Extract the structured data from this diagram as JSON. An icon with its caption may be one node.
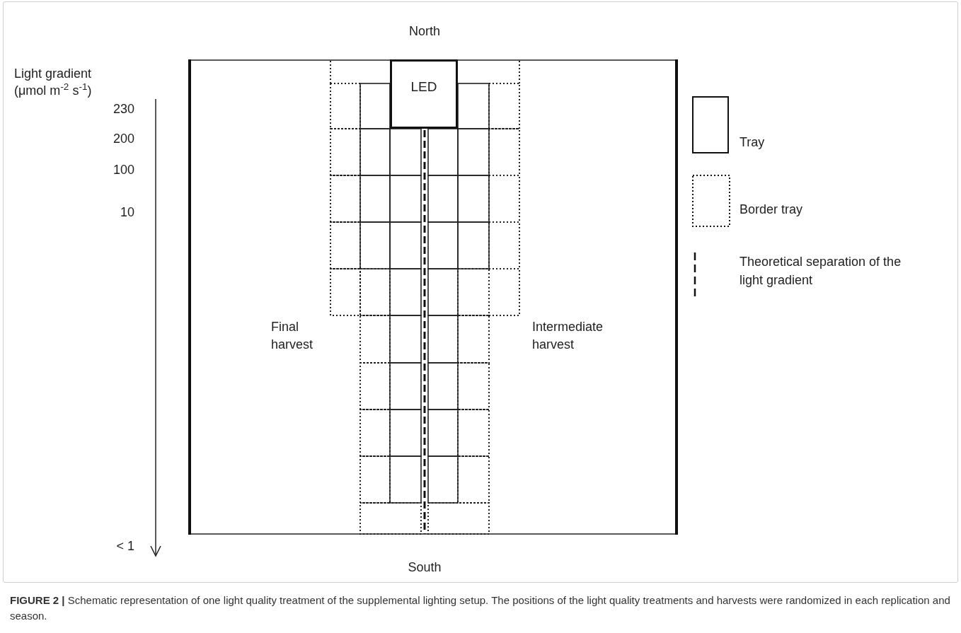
{
  "diagram": {
    "caption": "**FIGURE 2 |** Schematic representation of one light quality treatment of the supplemental lighting setup. The positions of the light quality treatments and harvests were randomized in each replication and season.",
    "nodes": [
      {
        "text": [
          "LED"
        ]
      }
    ],
    "labels": [
      "North",
      "Light gradient",
      "(μmol m$^{-2}$ s$^{-1}$)",
      "230",
      "200",
      "100",
      "10",
      "Final harvest",
      "Intermediate harvest",
      "< 1",
      "South"
    ],
    "legend": [
      {
        "text": "Tray"
      },
      {
        "text": "Border tray"
      },
      {
        "text": "Theoretical separation of the light gradient"
      }
    ]
  }
}
